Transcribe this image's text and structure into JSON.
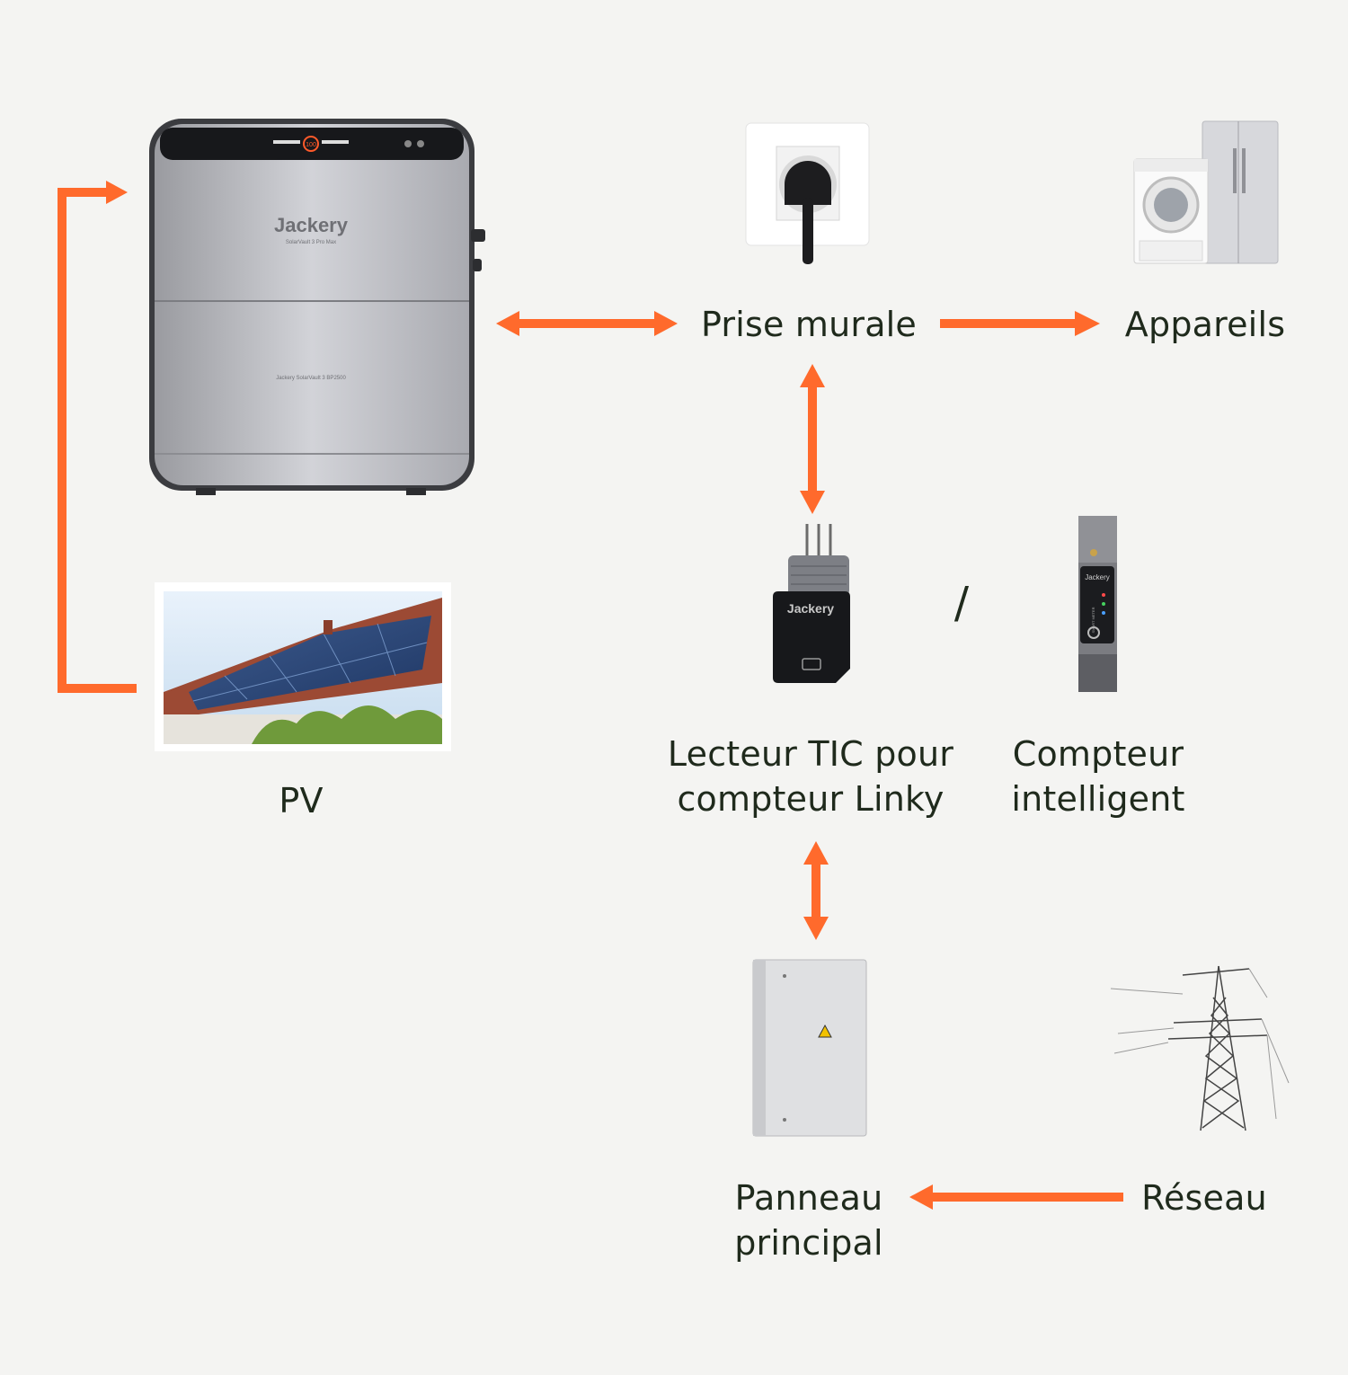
{
  "colors": {
    "accent": "#ff6a2c",
    "background": "#f4f4f2",
    "text": "#1f2a1c"
  },
  "battery": {
    "brand": "Jackery",
    "model": "SolarVault 3 Pro Max",
    "pack": "Jackery SolarVault 3 BP2500",
    "display": "100"
  },
  "tic_reader": {
    "brand": "Jackery"
  },
  "smart_meter": {
    "brand": "Jackery",
    "side_text": "SMART METER"
  },
  "labels": {
    "pv": "PV",
    "wall_socket": "Prise murale",
    "appliances": "Appareils",
    "tic_line1": "Lecteur TIC pour",
    "tic_line2": "compteur Linky",
    "separator": "/",
    "meter_line1": "Compteur",
    "meter_line2": "intelligent",
    "panel_line1": "Panneau",
    "panel_line2": "principal",
    "grid": "Réseau"
  },
  "icons": [
    "battery-unit-icon",
    "solar-roof-icon",
    "wall-socket-icon",
    "appliances-icon",
    "tic-reader-icon",
    "smart-meter-icon",
    "electrical-panel-icon",
    "power-pylon-icon"
  ]
}
